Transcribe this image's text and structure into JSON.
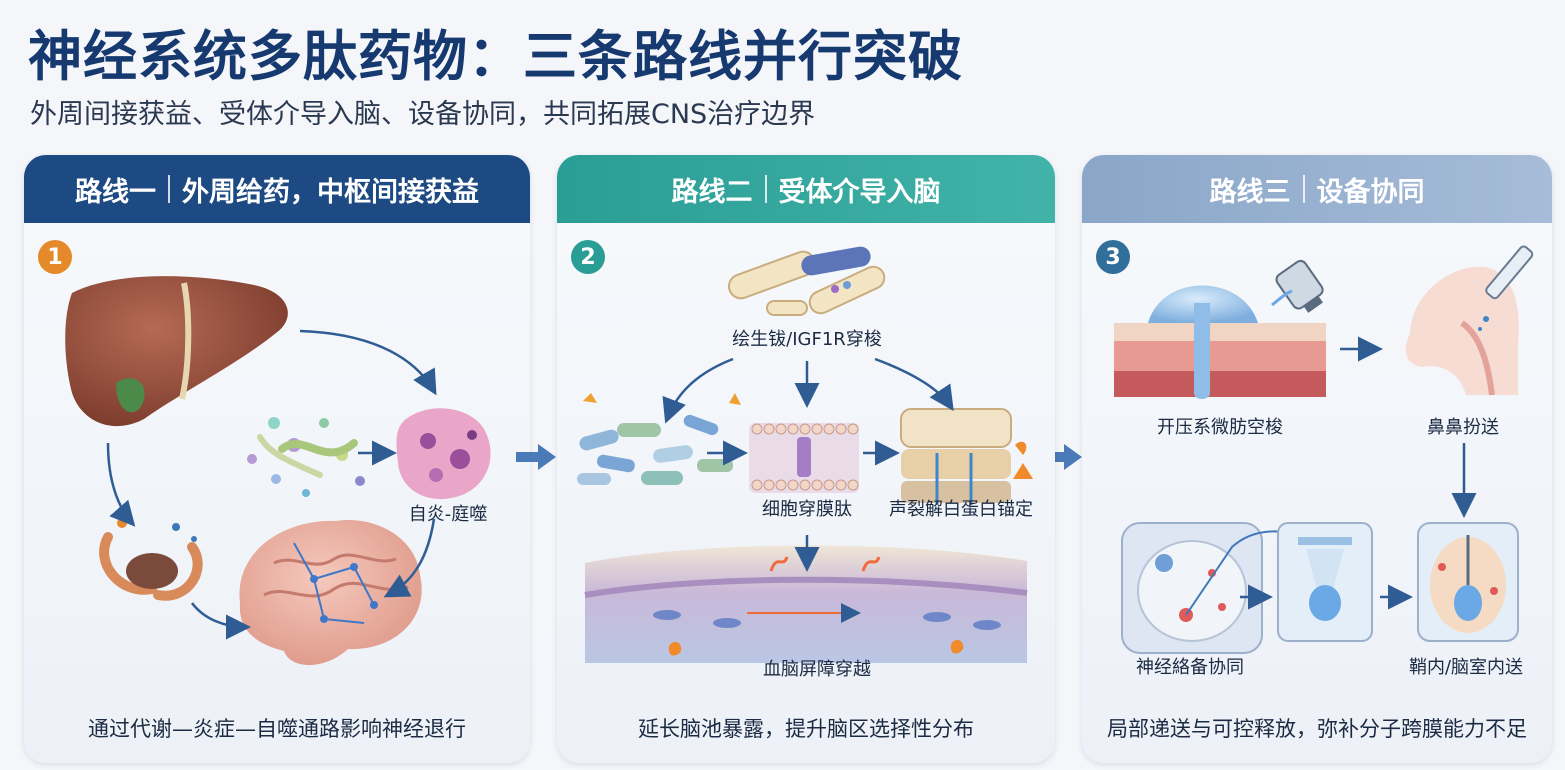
{
  "title": "神经系统多肽药物：三条路线并行突破",
  "subtitle": "外周间接获益、受体介导入脑、设备协同，共同拓展CNS治疗边界",
  "colors": {
    "route1": "#1d4a82",
    "route2": "#2a9d95",
    "route3": "#8aa6c8",
    "badge1": "#e58a2a"
  },
  "routes": [
    {
      "number": "1",
      "title_a": "路线一",
      "title_b": "外周给药，中枢间接获益",
      "labels": {
        "inflammation": "自炎-庭噬"
      },
      "footer": "通过代谢—炎症—自噬通路影响神经退行",
      "icons": [
        "liver-icon",
        "gut-microbiota-icon",
        "inflamed-cell-icon",
        "autophagy-icon",
        "brain-icon"
      ]
    },
    {
      "number": "2",
      "title_a": "路线二",
      "title_b": "受体介导入脑",
      "labels": {
        "shuttle": "绘生钹/IGF1R穿梭",
        "cpp": "细胞穿膜肽",
        "albumin": "声裂解白蛋白锚定",
        "bbb": "血脑屏障穿越"
      },
      "footer": "延长脑池暴露，提升脑区选择性分布",
      "icons": [
        "antibody-shuttle-icon",
        "bacteria-icon",
        "cell-membrane-icon",
        "tight-junction-icon",
        "blood-vessel-icon"
      ]
    },
    {
      "number": "3",
      "title_a": "路线三",
      "title_b": "设备协同",
      "labels": {
        "device": "开压系微肪空梭",
        "nasal": "鼻鼻扮送",
        "neuro": "神经絡备协同",
        "intrathecal": "鞘内/脑室内送"
      },
      "footer": "局部递送与可控释放，弥补分子跨膜能力不足",
      "icons": [
        "microneedle-icon",
        "nasal-spray-icon",
        "neural-device-icon",
        "implant-icon",
        "ventricle-icon"
      ]
    }
  ]
}
